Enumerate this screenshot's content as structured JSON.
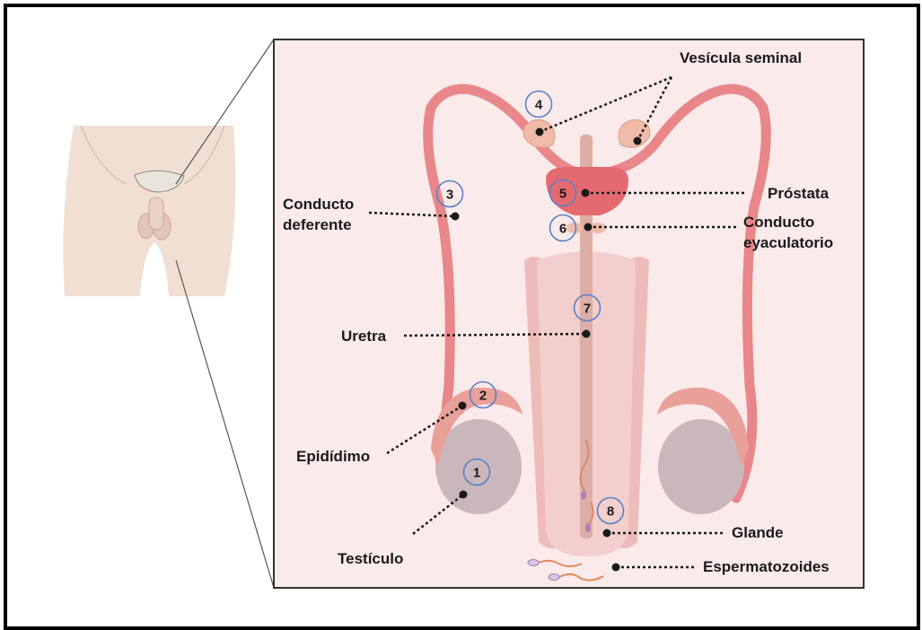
{
  "labels": {
    "vesicula": "Vesícula seminal",
    "prostata": "Próstata",
    "conducto_deferente_1": "Conducto",
    "conducto_deferente_2": "deferente",
    "conducto_eyac_1": "Conducto",
    "conducto_eyac_2": "eyaculatorio",
    "uretra": "Uretra",
    "epididimo": "Epidídimo",
    "testiculo": "Testículo",
    "glande": "Glande",
    "espermatozoides": "Espermatozoides"
  },
  "markers": {
    "n1": "1",
    "n2": "2",
    "n3": "3",
    "n4": "4",
    "n5": "5",
    "n6": "6",
    "n7": "7",
    "n8": "8"
  },
  "colors": {
    "panel_bg": "#fbeaea",
    "duct": "#e8868a",
    "prostate": "#e46a70",
    "testis": "#c9b7bc",
    "shaft": "#efc5c3",
    "marker_ring": "#5b82c7"
  }
}
